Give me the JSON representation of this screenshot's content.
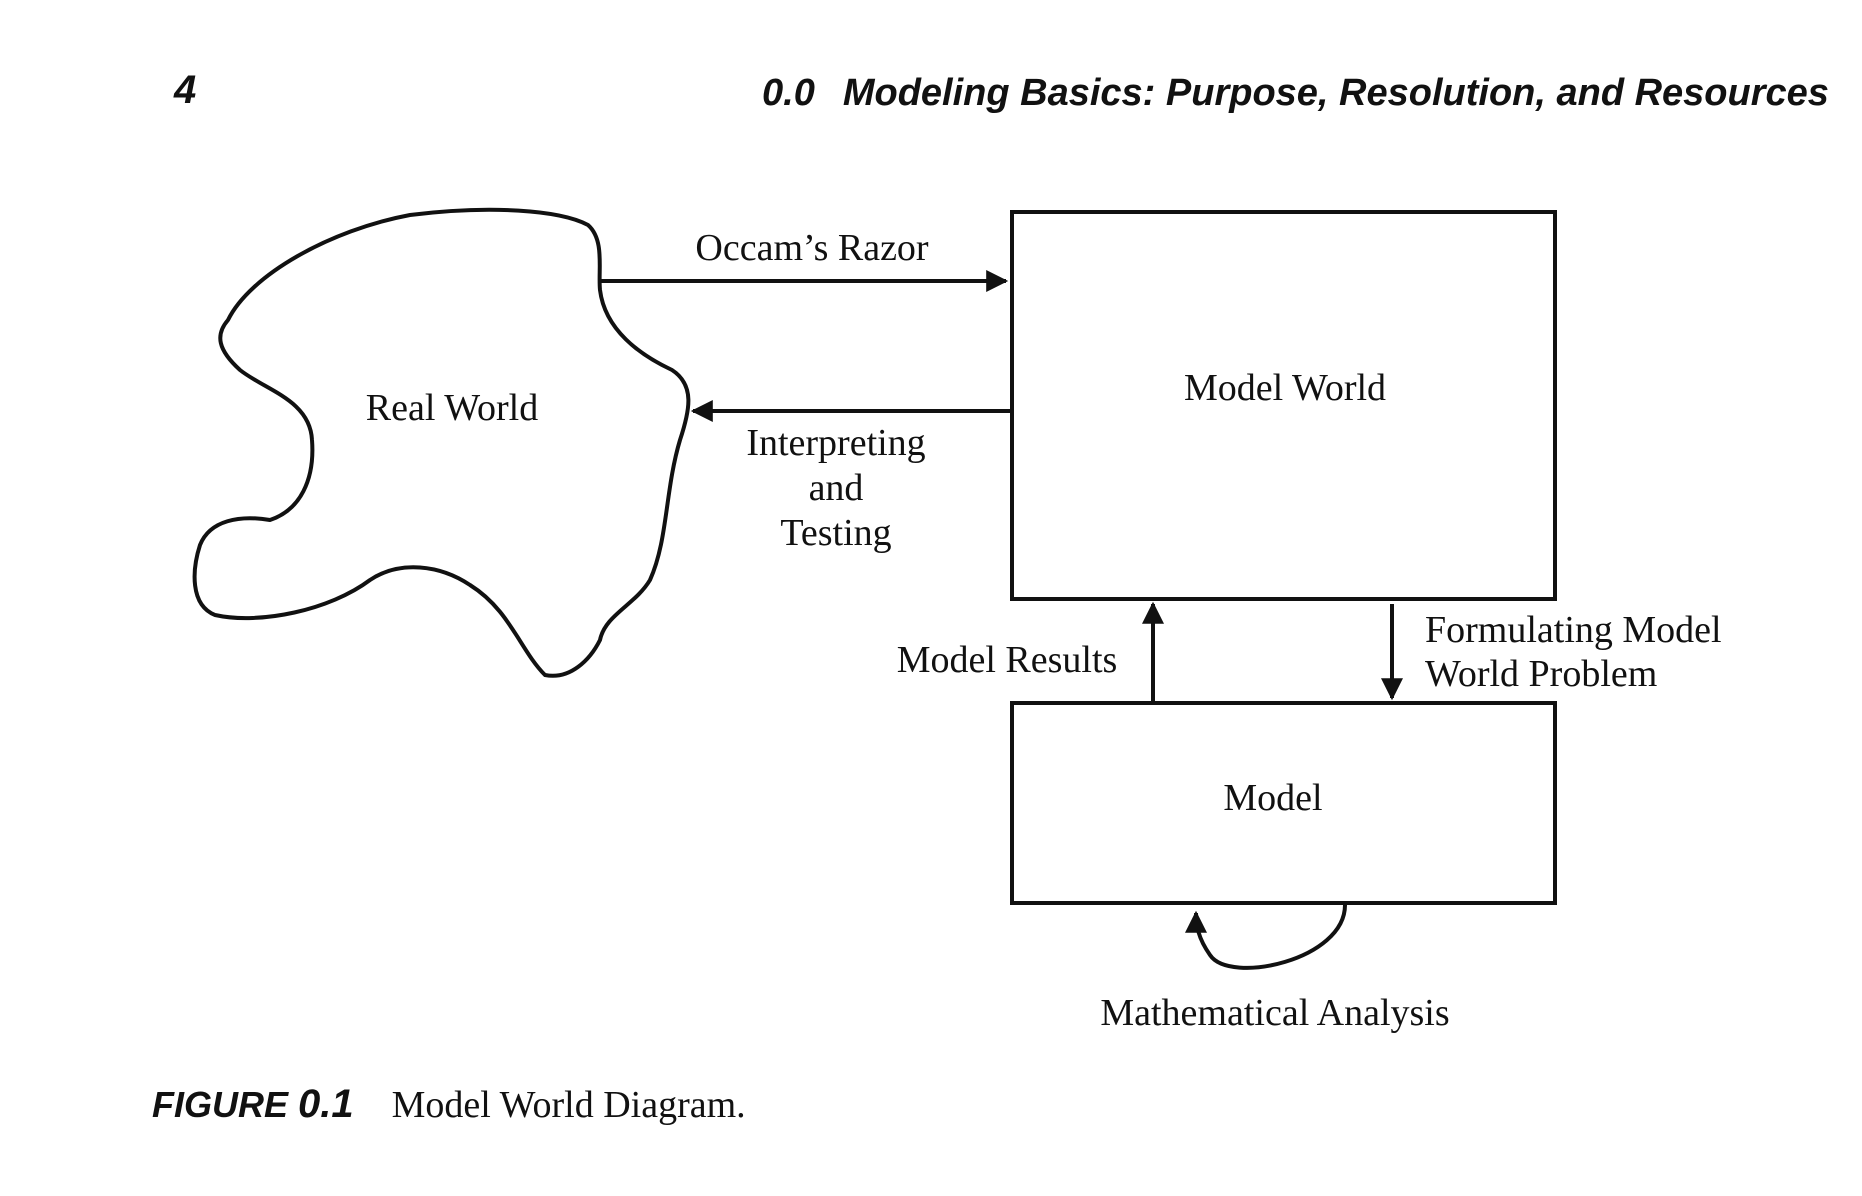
{
  "header": {
    "page_number": "4",
    "section_number": "0.0",
    "section_title": "Modeling Basics: Purpose, Resolution, and Resources"
  },
  "diagram": {
    "real_world": "Real World",
    "model_world": "Model World",
    "model": "Model",
    "occams_razor": "Occam’s Razor",
    "interpreting": [
      "Interpreting",
      "and",
      "Testing"
    ],
    "model_results": "Model Results",
    "formulating": [
      "Formulating Model",
      "World Problem"
    ],
    "math_analysis": "Mathematical Analysis"
  },
  "caption": {
    "label": "FIGURE",
    "number": "0.1",
    "text": "Model World Diagram."
  }
}
